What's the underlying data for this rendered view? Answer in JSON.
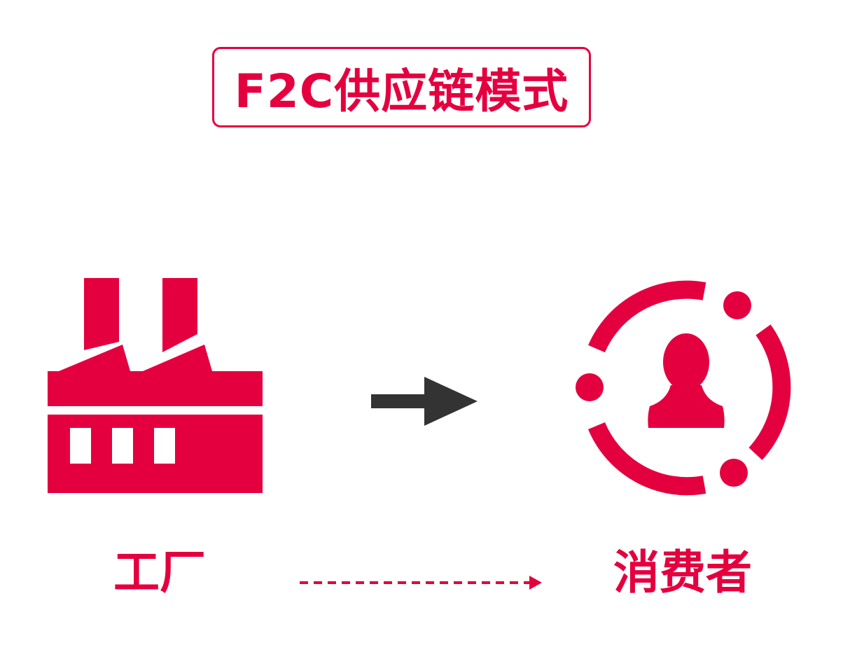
{
  "title": "F2C供应链模式",
  "nodes": {
    "factory": {
      "label": "工厂",
      "icon": "factory-icon"
    },
    "consumer": {
      "label": "消费者",
      "icon": "consumer-icon"
    }
  },
  "arrows": {
    "main": "arrow-icon",
    "dashed": "dashed-arrow"
  },
  "colors": {
    "accent": "#e4003f",
    "arrow": "#333333",
    "background": "#ffffff"
  }
}
